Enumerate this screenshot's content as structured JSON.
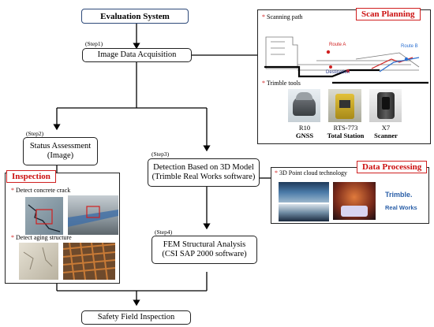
{
  "main_flow": {
    "evaluation_system": "Evaluation System",
    "step1": "(Step1)",
    "image_acquisition": "Image Data Acquisition",
    "step2": "(Step2)",
    "status_assessment_1": "Status Assessment",
    "status_assessment_2": "(Image)",
    "step3": "(Step3)",
    "detection_1": "Detection Based on 3D Model",
    "detection_2": "(Trimble Real Works software)",
    "step4": "(Step4)",
    "fem_1": "FEM Structural Analysis",
    "fem_2": "(CSI SAP 2000 software)",
    "safety": "Safety Field Inspection"
  },
  "scan_planning": {
    "title": "Scan Planning",
    "scanning_path_note": "Scanning path",
    "route_a": "Route A",
    "route_b": "Route B",
    "destination": "Destination",
    "tools_note": "Trimble tools",
    "tools": [
      {
        "name": "R10",
        "type": "GNSS"
      },
      {
        "name": "RTS-773",
        "type": "Total Station"
      },
      {
        "name": "X7",
        "type": "Scanner"
      }
    ]
  },
  "inspection": {
    "title": "Inspection",
    "crack_note": "Detect concrete crack",
    "aging_note": "Detect aging structure"
  },
  "data_processing": {
    "title": "Data Processing",
    "point_cloud_note": "3D Point cloud technology",
    "trimble_brand": "Trimble.",
    "real_works": "Real Works"
  },
  "colors": {
    "accent_red": "#d02020",
    "eval_border": "#2e4a7a",
    "route_a": "#d02020",
    "route_b": "#2a6fd0"
  }
}
